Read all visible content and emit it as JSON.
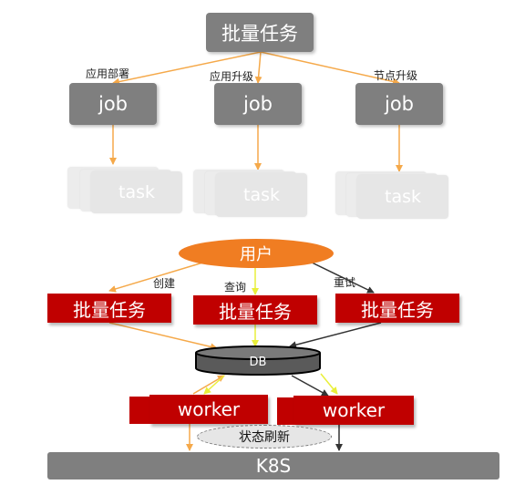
{
  "top": {
    "root": "批量任务",
    "jobs": [
      {
        "label": "job",
        "edge_label": "应用部署",
        "task": "task"
      },
      {
        "label": "job",
        "edge_label": "应用升级",
        "task": "task"
      },
      {
        "label": "job",
        "edge_label": "节点升级",
        "task": "task"
      }
    ]
  },
  "bottom": {
    "user": "用户",
    "batch": [
      {
        "label": "批量任务",
        "edge_label": "创建"
      },
      {
        "label": "批量任务",
        "edge_label": "查询"
      },
      {
        "label": "批量任务",
        "edge_label": "重试"
      }
    ],
    "db": "DB",
    "workers": [
      "worker",
      "worker"
    ],
    "refresh": "状态刷新",
    "k8s": "K8S"
  },
  "colors": {
    "gray_box": "#7f7f7f",
    "task_box": "#e6e6e6",
    "red_box": "#c00000",
    "user_fill": "#f07d22",
    "orange_arrow": "#f5a94a",
    "yellow_arrow": "#e9ef3a",
    "dark_arrow": "#333333",
    "k8s_bar": "#7f7f7f"
  }
}
